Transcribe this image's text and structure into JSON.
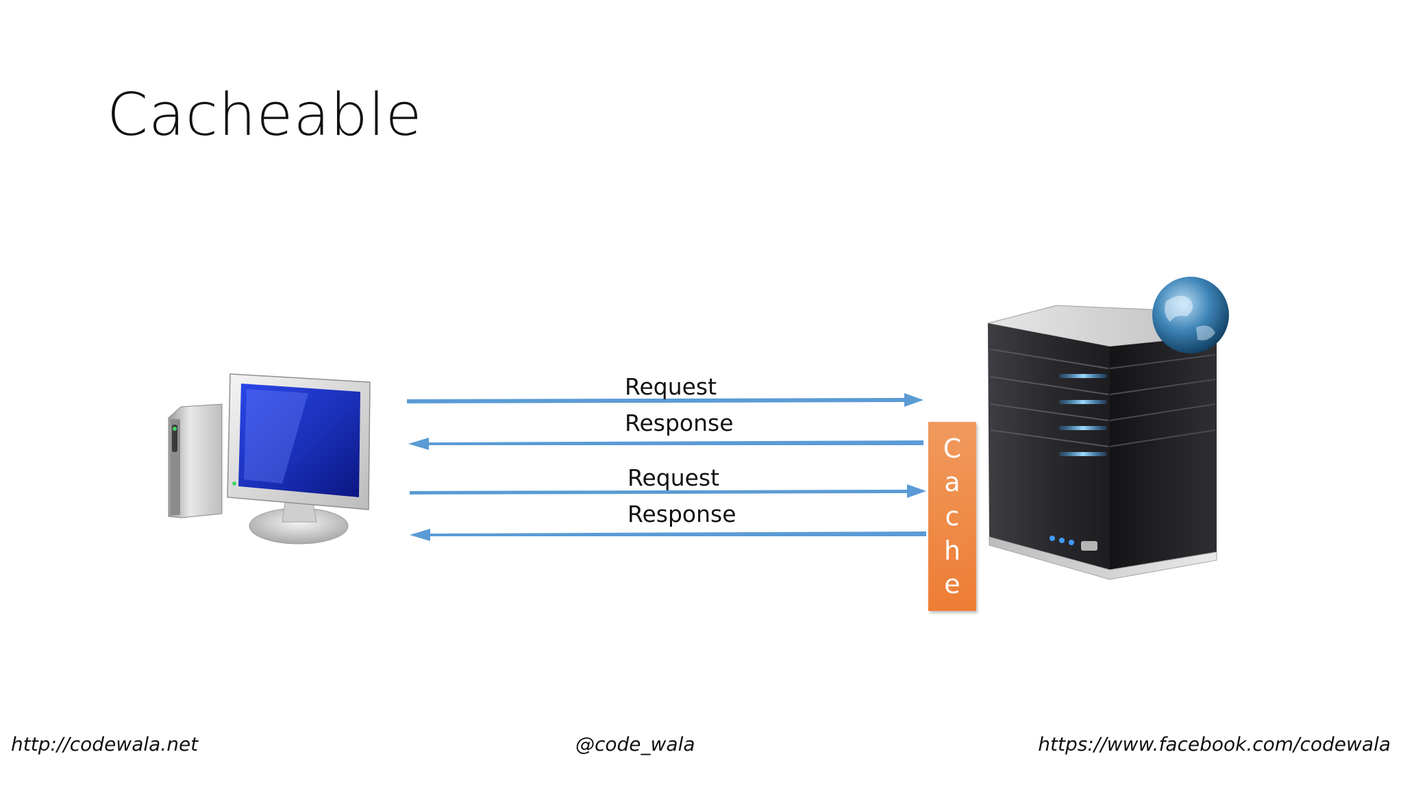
{
  "slide": {
    "title": "Cacheable"
  },
  "arrows": {
    "request_1": "Request",
    "response_1": "Response",
    "request_2": "Request",
    "response_2": "Response"
  },
  "cache": {
    "letters": [
      "C",
      "a",
      "c",
      "h",
      "e"
    ]
  },
  "footer": {
    "left": "http://codewala.net",
    "center": "@code_wala",
    "right": "https://www.facebook.com/codewala"
  },
  "colors": {
    "arrow": "#5b9bd5",
    "cache": "#ed7d31",
    "monitor_screen": "#1a2fb8"
  },
  "icons": {
    "client": "desktop-computer-icon",
    "server": "web-server-icon"
  }
}
